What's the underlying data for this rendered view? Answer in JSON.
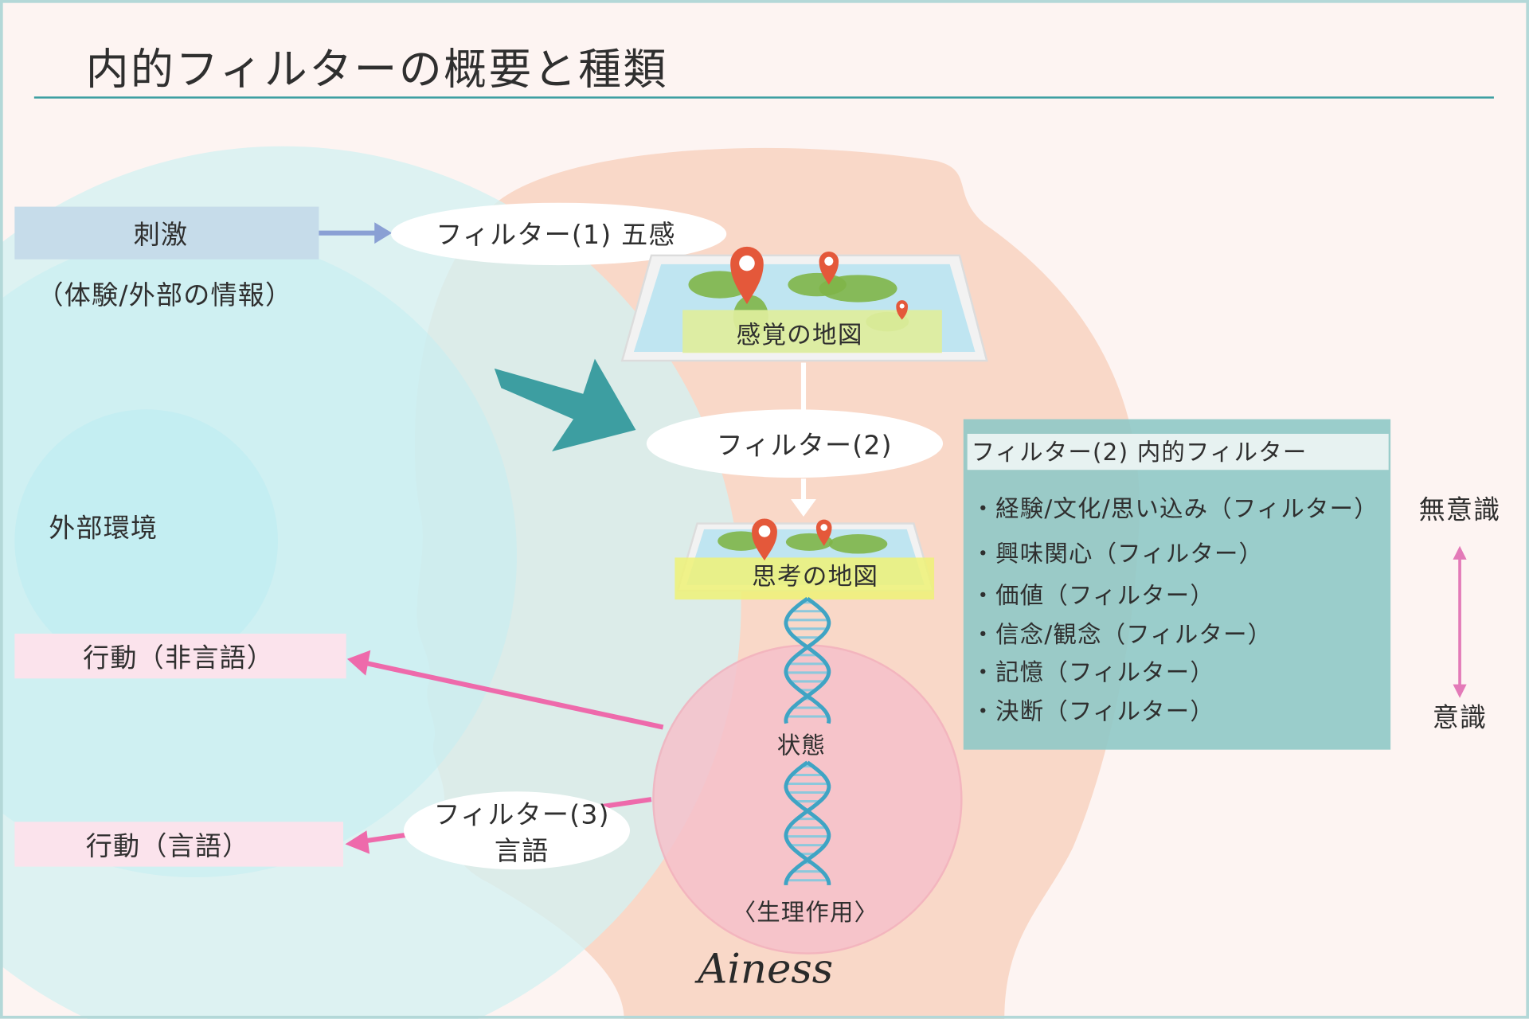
{
  "title": "内的フィルターの概要と種類",
  "stimulus": {
    "label": "刺激",
    "caption": "（体験/外部の情報）"
  },
  "external_environment": "外部環境",
  "filters": {
    "senses": "フィルター(1) 五感",
    "internal": "フィルター(2)",
    "language_line1": "フィルター(3)",
    "language_line2": "言語"
  },
  "maps": {
    "sensory": "感覚の地図",
    "thinking": "思考の地図"
  },
  "state": {
    "label": "状態",
    "physiology": "〈生理作用〉"
  },
  "actions": {
    "nonverbal": "行動（非言語）",
    "verbal": "行動（言語）"
  },
  "panel": {
    "header": "フィルター(2) 内的フィルター",
    "items": [
      "・経験/文化/思い込み（フィルター）",
      "・興味関心（フィルター）",
      "・価値（フィルター）",
      "・信念/観念（フィルター）",
      "・記憶（フィルター）",
      "・決断（フィルター）"
    ]
  },
  "awareness_scale": {
    "top": "無意識",
    "bottom": "意識"
  },
  "signature": "Ainess",
  "colors": {
    "background": "#fdf4f2",
    "border": "#b3d8d8",
    "teal": "#3d9ea1",
    "head": "#f9d8c8",
    "pink": "#ee6aab",
    "stimulus_box": "#c6dcea",
    "action_box": "#fbe3ec",
    "panel": "#8fc9c6"
  }
}
